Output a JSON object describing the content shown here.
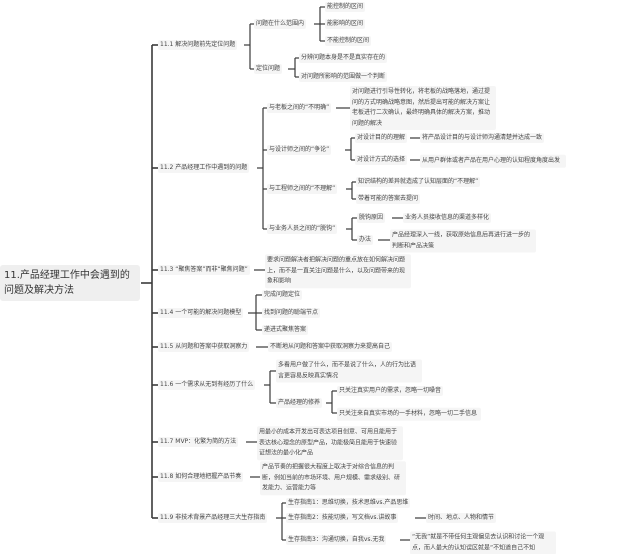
{
  "root": "11.产品经理工作中会遇到的问题及解决方法",
  "s1": {
    "label": "11.1 解决问题前先定位问题",
    "range": {
      "label": "问题在什么范围内",
      "items": [
        "能控制的区间",
        "能影响的区间",
        "不能控制的区间"
      ]
    },
    "locate": {
      "label": "定位问题",
      "items": [
        "分辨问题本身是不是真实存在的",
        "对问题所影响的范围做一个判断"
      ]
    }
  },
  "s2": {
    "label": "11.2 产品经理工作中遇到的问题",
    "boss": {
      "label": "与老板之间的“不明确”",
      "text": "对问题进行引导性转化，将老板的战略落地，通过提问的方式明确战略意图，然后提出可能的解决方案让老板进行二次确认，最终明确具体的解决方案，推动问题的解决"
    },
    "designer": {
      "label": "与设计师之间的“争论”",
      "purpose": {
        "label": "对设计目的的理解",
        "text": "将产品设计目的与设计师沟通清楚并达成一致"
      },
      "method": {
        "label": "对设计方式的选择",
        "text": "从用户群体或者产品在用户心理的认知程度角度出发"
      }
    },
    "engineer": {
      "label": "与工程师之间的“不理解”",
      "items": [
        "知识结构的差异就造成了认知层面的“不理解”",
        "带着可能的答案去提问"
      ]
    },
    "business": {
      "label": "与业务人员之间的“脱钩”",
      "reason": {
        "label": "脱钩原因",
        "text": "业务人员接收信息的渠道多样化"
      },
      "method": {
        "label": "办法",
        "text": "产品经理深入一线，获取原始信息后再进行进一步的判断和产品决策"
      }
    }
  },
  "s3": {
    "label": "11.3 “聚焦答案”而非“聚焦问题”",
    "text": "要求问题解决者把解决问题的重点放在如何解决问题上，而不是一直关注问题是什么，以及问题带来的现象和影响"
  },
  "s4": {
    "label": "11.4 一个可能的解决问题模型",
    "items": [
      "完成问题定位",
      "找到问题的聪端节点",
      "递进式聚焦答案"
    ]
  },
  "s5": {
    "label": "11.5 从问题和答案中获取洞察力",
    "text": "不断地从问题和答案中获取洞察力来提高自己"
  },
  "s6": {
    "label": "11.6 一个需求从无到有经历了什么",
    "text": "多看用户做了什么，而不是说了什么，人的行为比语言更容易反映真实情况",
    "cultivation": {
      "label": "产品经理的修养",
      "items": [
        "只关注真实用户的需求，忽略一切噪音",
        "只关注来自真实市场的一手材料，忽略一切二手信息"
      ]
    }
  },
  "s7": {
    "label": "11.7 MVP：化繁为简的方法",
    "text": "用最小的成本开发出可表达项目创意、可用且能用于表达核心理念的原型产品，功能极简且能用于快速验证想法的最小化产品"
  },
  "s8": {
    "label": "11.8 如何合理地把握产品节奏",
    "text": "产品节奏的把握很大程度上取决于对综合信息的判断，例如当前的市场环境、用户规模、需求级别、研发能力、运营能力等"
  },
  "s9": {
    "label": "11.9 非技术背景产品经理三大生存指南",
    "g1": "生存指南1：思维切换，技术思维vs.产品思维",
    "g2": {
      "label": "生存指南2：技能切换，写文档vs.讲故事",
      "text": "时间、地点、人物和情节"
    },
    "g3": {
      "label": "生存指南3：沟通切换，自我vs.无我",
      "text": "“无我”就是不带任何主观偏见去认识和讨论一个观点，而人最大的认知误区就是“不知道自己不知"
    }
  },
  "colors": {
    "line": "#3a3a3a",
    "node_bg": "#f5f5f5",
    "root_bg": "#efefef"
  }
}
